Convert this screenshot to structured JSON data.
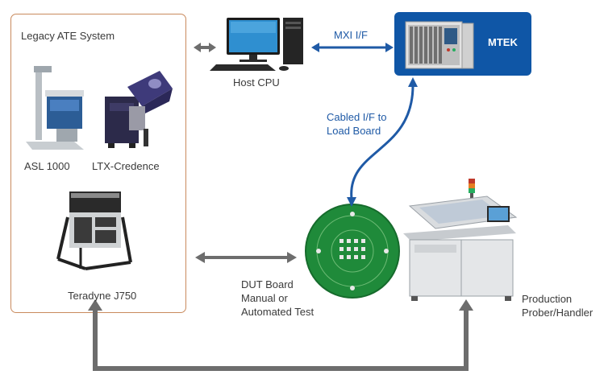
{
  "legacy_system": {
    "title": "Legacy ATE System",
    "testers": {
      "asl": "ASL 1000",
      "ltx": "LTX-Credence",
      "teradyne": "Teradyne J750"
    }
  },
  "host_cpu": {
    "label": "Host CPU"
  },
  "mxi": {
    "label": "MXI I/F"
  },
  "mtek": {
    "label": "MTEK"
  },
  "cabled": {
    "line1": "Cabled I/F to",
    "line2": "Load Board"
  },
  "dut": {
    "line1": "DUT Board",
    "line2": "Manual or",
    "line3": "Automated Test"
  },
  "prober": {
    "line1": "Production",
    "line2": "Prober/Handler"
  },
  "colors": {
    "accent_blue": "#0f56a6",
    "arrow_gray": "#6d6d6d",
    "box_border": "#c98a5d",
    "pcb_green": "#1f8a3a"
  }
}
